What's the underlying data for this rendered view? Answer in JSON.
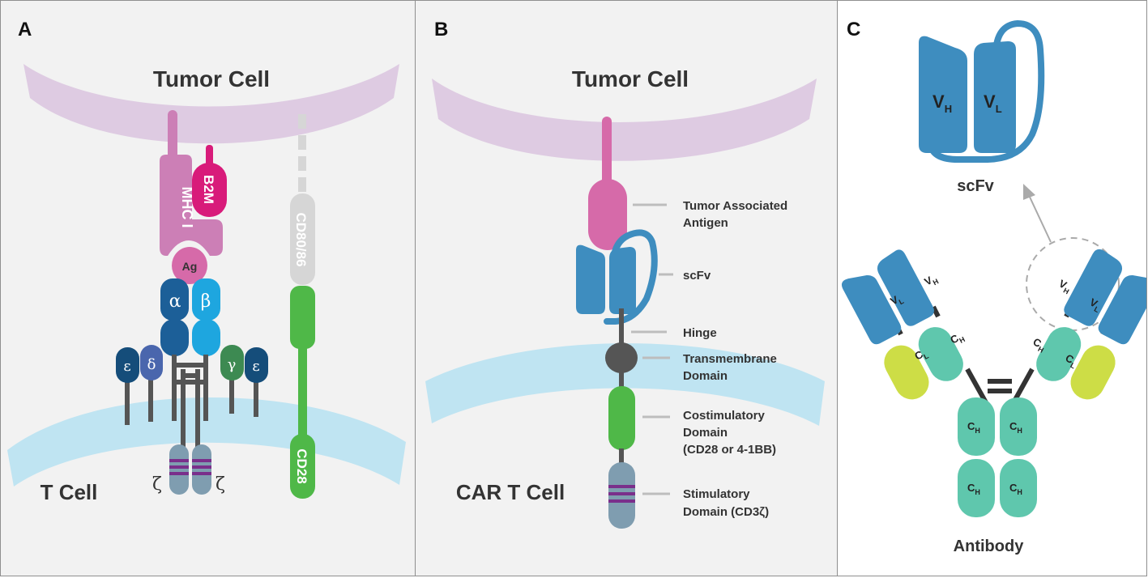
{
  "panels": {
    "a": {
      "letter": "A",
      "tumor_cell": "Tumor Cell",
      "t_cell": "T Cell",
      "mhc": "MHC I",
      "b2m": "B2M",
      "ag": "Ag",
      "alpha": "α",
      "beta": "β",
      "epsilon_left": "ε",
      "delta": "δ",
      "gamma": "γ",
      "epsilon_right": "ε",
      "zeta_left": "ζ",
      "zeta_right": "ζ",
      "cd80": "CD80/86",
      "cd28": "CD28"
    },
    "b": {
      "letter": "B",
      "tumor_cell": "Tumor Cell",
      "car_t_cell": "CAR T Cell",
      "callouts": {
        "taa_1": "Tumor Associated",
        "taa_2": "Antigen",
        "scfv": "scFv",
        "hinge": "Hinge",
        "tm_1": "Transmembrane",
        "tm_2": "Domain",
        "cost_1": "Costimulatory",
        "cost_2": "Domain",
        "cost_3": "(CD28 or 4-1BB)",
        "stim_1": "Stimulatory",
        "stim_2": "Domain (CD3ζ)"
      }
    },
    "c": {
      "letter": "C",
      "scfv_title": "scFv",
      "antibody_title": "Antibody",
      "v": "V",
      "c": "C",
      "sub_h": "H",
      "sub_l": "L"
    }
  },
  "colors": {
    "tumor_membrane": "#dcc6e0",
    "t_membrane": "#bfe4f2",
    "mhc": "#cc7fb6",
    "b2m": "#d81b7a",
    "antigen": "#d66aa9",
    "alpha": "#1c5f98",
    "beta": "#1ea6df",
    "epsilon": "#154d7a",
    "delta": "#4a66ad",
    "gamma": "#3d8a52",
    "zeta": "#7f9db0",
    "itam": "#7a2f8b",
    "cd80": "#d6d6d6",
    "cd28": "#4fb848",
    "scfv": "#3e8dbf",
    "transmembrane": "#555555",
    "linker": "#555555",
    "heavy_constant": "#5fc7ad",
    "light_constant": "#cddd46",
    "dark_text": "#333333",
    "callout_line": "#bdbdbd"
  }
}
